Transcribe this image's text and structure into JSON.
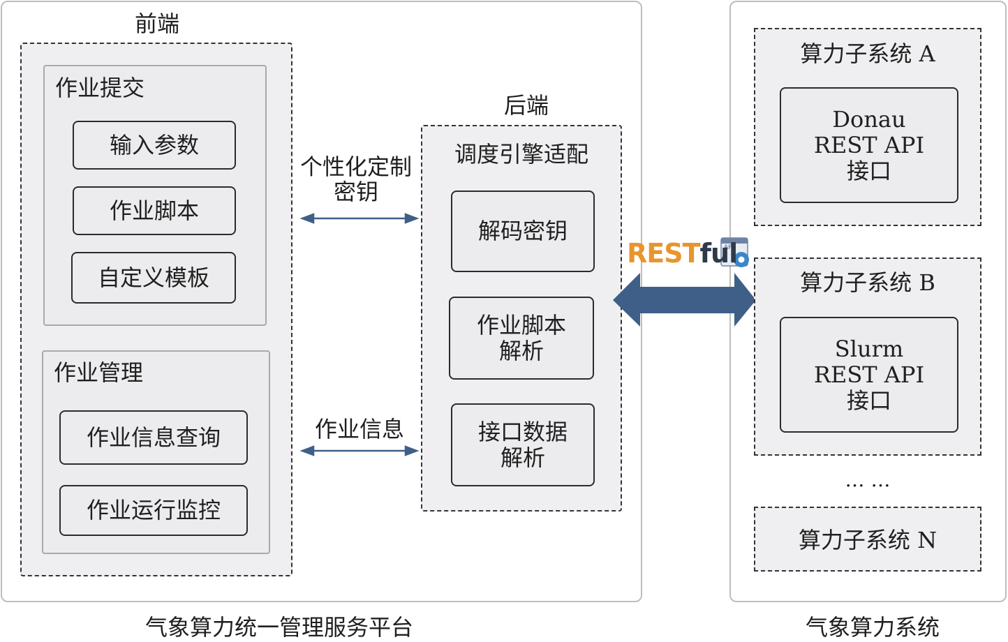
{
  "platform": {
    "caption": "气象算力统一管理服务平台",
    "frontend": {
      "title": "前端",
      "job_submit": {
        "title": "作业提交",
        "items": [
          "输入参数",
          "作业脚本",
          "自定义模板"
        ]
      },
      "job_manage": {
        "title": "作业管理",
        "items": [
          "作业信息查询",
          "作业运行监控"
        ]
      }
    },
    "connections": {
      "key": [
        "个性化定制",
        "密钥"
      ],
      "job_info": "作业信息"
    },
    "backend": {
      "title": "后端",
      "group_title": "调度引擎适配",
      "items": [
        [
          "解码密钥"
        ],
        [
          "作业脚本",
          "解析"
        ],
        [
          "接口数据",
          "解析"
        ]
      ]
    }
  },
  "interface": {
    "rest": "REST",
    "ful": "ful",
    "api_badge": "API",
    "colors": {
      "arrow": "#3f5f88",
      "rest": "#e8952e",
      "ful": "#2e3a4a"
    }
  },
  "compute": {
    "caption": "气象算力系统",
    "subsystems": [
      {
        "title": "算力子系统 A",
        "api": [
          "Donau",
          "REST API",
          "接口"
        ]
      },
      {
        "title": "算力子系统 B",
        "api": [
          "Slurm",
          "REST API",
          "接口"
        ]
      }
    ],
    "ellipsis": "… …",
    "last": {
      "title": "算力子系统 N"
    }
  }
}
